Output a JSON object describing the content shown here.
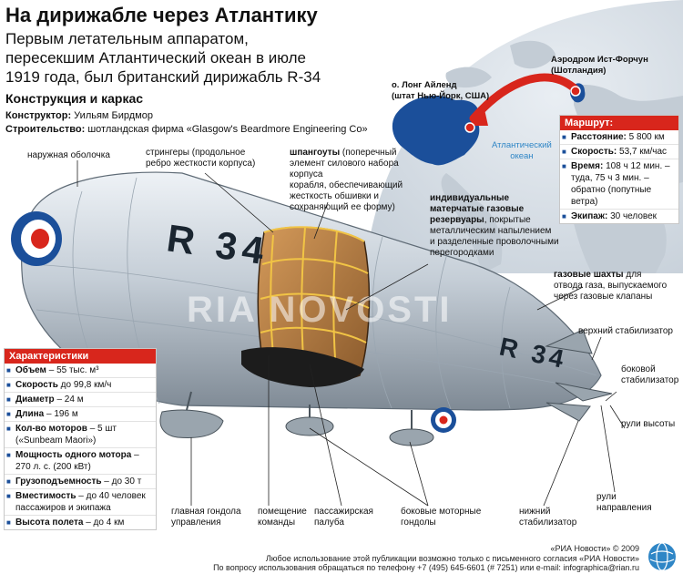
{
  "header": {
    "title": "На дирижабле через Атлантику",
    "subtitle": "Первым летательным аппаратом,\nпересекшим Атлантический океан в июле\n1919 года, был британский дирижабль R-34",
    "section_title": "Конструкция и каркас",
    "constructor_label": "Конструктор:",
    "constructor_value": " Уильям Бирдмор",
    "builder_label": "Строительство:",
    "builder_value": " шотландская фирма «Glasgow's Beardmore Engineering Co»"
  },
  "map": {
    "long_island": "о. Лонг Айленд\n(штат Нью-Йорк, США)",
    "east_fortune": "Аэродром Ист-Форчун\n(Шотландия)",
    "ocean": "Атлантический\nокеан"
  },
  "route": {
    "title": "Маршрут:",
    "items": [
      {
        "label": "Расстояние:",
        "value": " 5 800 км"
      },
      {
        "label": "Скорость:",
        "value": " 53,7 км/час"
      },
      {
        "label": "Время:",
        "value": " 108 ч 12 мин. –\nтуда, 75 ч 3 мин. –\nобратно (попутные ветра)"
      },
      {
        "label": "Экипаж:",
        "value": " 30 человек"
      }
    ]
  },
  "specs": {
    "title": "Характеристики",
    "items": [
      {
        "label": "Объем",
        "value": " – 55 тыс. м³"
      },
      {
        "label": "Скорость",
        "value": " до 99,8 км/ч"
      },
      {
        "label": "Диаметр",
        "value": " – 24 м"
      },
      {
        "label": "Длина",
        "value": " – 196 м"
      },
      {
        "label": "Кол-во моторов",
        "value": " – 5 шт\n(«Sunbeam Maori»)"
      },
      {
        "label": "Мощность одного мотора",
        "value": " –\n270 л. с. (200 кВт)"
      },
      {
        "label": "Грузоподъемность",
        "value": " – до 30 т"
      },
      {
        "label": "Вместимость",
        "value": " – до 40 человек\nпассажиров и экипажа"
      },
      {
        "label": "Высота полета",
        "value": " – до 4 км"
      }
    ]
  },
  "airship": {
    "marking": "R 34",
    "marking_tail": "R 34",
    "watermark": "RIA NOVOSTI"
  },
  "labels": {
    "envelope": "наружная оболочка",
    "stringers": "стрингеры (продольное\nребро жесткости корпуса)",
    "frames_bold": "шпангоуты",
    "frames": " (поперечный\nэлемент силового набора корпуса\nкорабля, обеспечивающий\nжесткость обшивки и\nсохраняющий ее форму)",
    "gasbags_bold": "индивидуальные\nматерчатые газовые\nрезервуары",
    "gasbags": ", покрытые\nметаллическим напылением\nи разделенные проволочными\nперегородками",
    "shafts_bold": "газовые шахты",
    "shafts": " для\nотвода газа, выпускаемого\nчерез газовые клапаны",
    "top_stabilizer": "верхний стабилизатор",
    "side_stabilizer": "боковой\nстабилизатор",
    "elevators": "рули высоты",
    "main_gondola": "главная гондола\nуправления",
    "crew_room": "помещение\nкоманды",
    "passenger_deck": "пассажирская\nпалуба",
    "side_gondolas": "боковые моторные\nгондолы",
    "bottom_stabilizer": "нижний\nстабилизатор",
    "rudders": "рули\nнаправления"
  },
  "footer": {
    "copyright": "«РИА Новости» © 2009",
    "line1": "Любое использование этой публикации возможно только с письменного согласия «РИА Новости»",
    "line2": "По вопросу использования обращаться по телефону +7 (495) 645-6601 (# 7251) или e-mail: infographica@rian.ru"
  },
  "colors": {
    "accent_red": "#d8261c",
    "map_blue": "#1b4f9a",
    "ocean_blue": "#2f86c6",
    "hull_gray": "#b8c2cc"
  }
}
